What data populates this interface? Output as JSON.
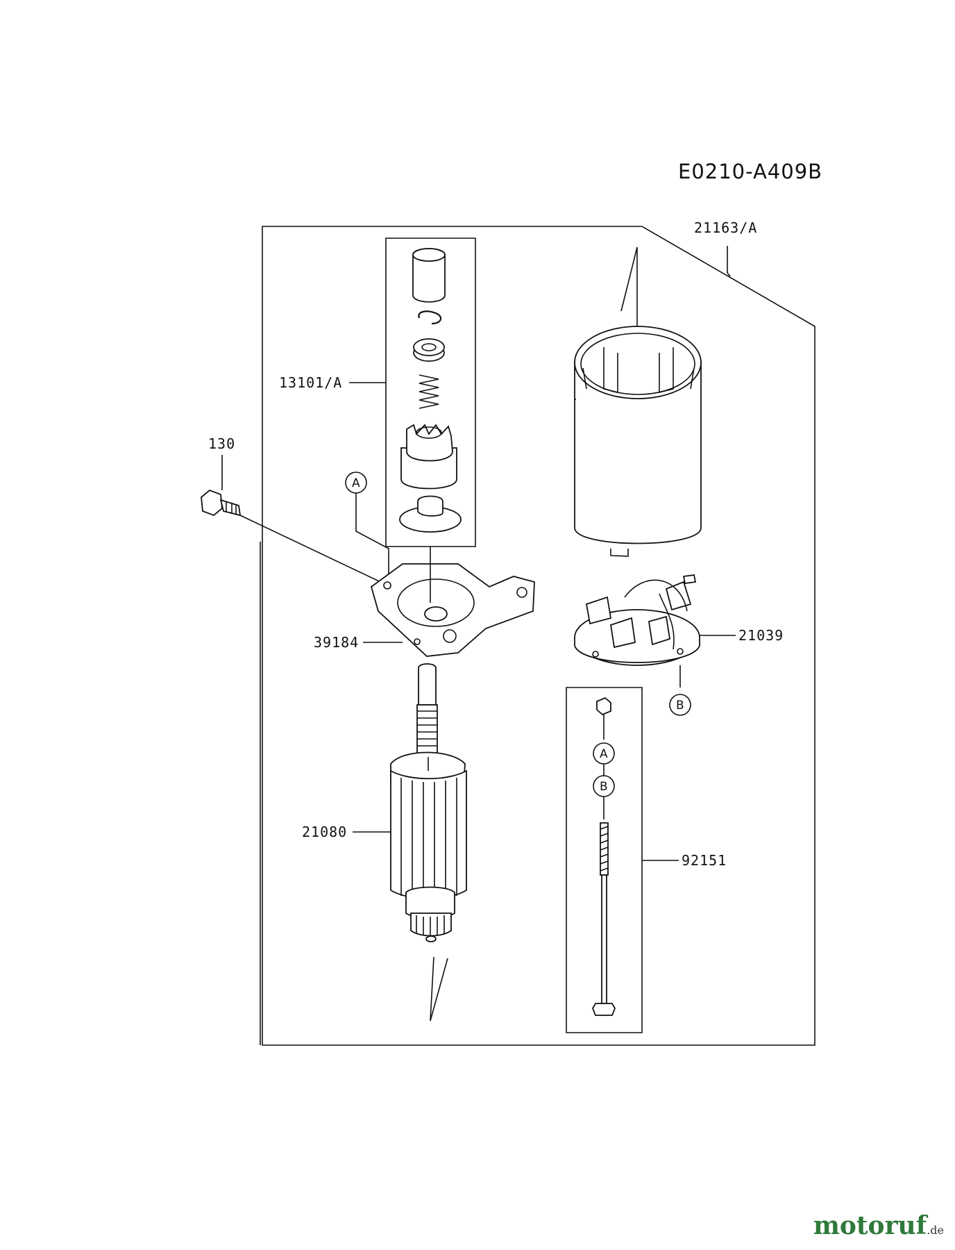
{
  "diagram_code": "E0210-A409B",
  "parts": {
    "housing": "21163/A",
    "drive": "13101/A",
    "bolt": "130",
    "bracket": "39184",
    "brush_plate": "21039",
    "armature": "21080",
    "through_bolt": "92151"
  },
  "refs": {
    "a": "A",
    "b": "B"
  },
  "watermark": {
    "name": "motoruf",
    "tld": ".de"
  }
}
